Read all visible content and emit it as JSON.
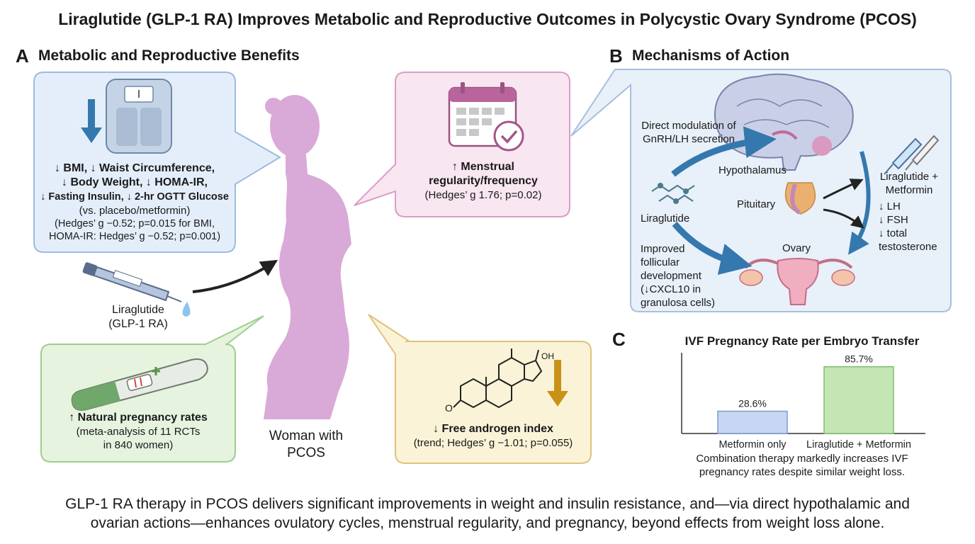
{
  "title": "Liraglutide (GLP-1 RA) Improves Metabolic and Reproductive Outcomes in Polycystic Ovary Syndrome (PCOS)",
  "panel_a": {
    "letter": "A",
    "heading": "Metabolic and Reproductive Benefits",
    "metabolic": {
      "line1": "↓ BMI, ↓ Waist Circumference,",
      "line2": "↓ Body Weight, ↓ HOMA-IR,",
      "line3": "↓ Fasting Insulin, ↓ 2-hr OGTT Glucose",
      "line4": "(vs. placebo/metformin)",
      "line5": "(Hedges’ g −0.52; p=0.015 for BMI,",
      "line6": "HOMA-IR: Hedges’ g −0.52; p=0.001)"
    },
    "menstrual": {
      "line1": "↑ Menstrual",
      "line2": "regularity/frequency",
      "line3": "(Hedges’ g 1.76; p=0.02)"
    },
    "drug": {
      "line1": "Liraglutide",
      "line2": "(GLP-1 RA)"
    },
    "woman": {
      "line1": "Woman with",
      "line2": "PCOS"
    },
    "pregnancy": {
      "line1": "↑ Natural pregnancy rates",
      "line2": "(meta-analysis of 11 RCTs",
      "line3": "in 840 women)"
    },
    "androgen": {
      "line1": "↓ Free androgen index",
      "line2": "(trend; Hedges’ g −1.01; p=0.055)",
      "oh_label": "OH",
      "o_label": "O"
    }
  },
  "panel_b": {
    "letter": "B",
    "heading": "Mechanisms of Action",
    "direct_mod1": "Direct modulation of",
    "direct_mod2": "GnRH/LH secretion",
    "hypothalamus": "Hypothalamus",
    "pituitary": "Pituitary",
    "liraglutide": "Liraglutide",
    "ovary": "Ovary",
    "combo1": "Liraglutide +",
    "combo2": "Metformin",
    "lh": "↓ LH",
    "fsh": "↓ FSH",
    "testo1": "↓ total",
    "testo2": "testosterone",
    "foll1": "Improved",
    "foll2": "follicular",
    "foll3": "development",
    "foll4": "(↓CXCL10 in",
    "foll5": "granulosa cells)"
  },
  "panel_c": {
    "letter": "C",
    "caption1": "Combination therapy markedly increases IVF",
    "caption2": "pregnancy rates despite similar weight loss."
  },
  "chart_data": {
    "type": "bar",
    "title": "IVF Pregnancy Rate per Embryo Transfer",
    "categories": [
      "Metformin only",
      "Liraglutide + Metformin"
    ],
    "values": [
      28.6,
      85.7
    ],
    "value_labels": [
      "28.6%",
      "85.7%"
    ],
    "colors": [
      "#c7d6f2",
      "#c4e6b4"
    ],
    "ylim": [
      0,
      100
    ],
    "xlabel": "",
    "ylabel": "",
    "grid": false
  },
  "summary": {
    "line1": "GLP-1 RA therapy in PCOS delivers significant improvements in weight and insulin resistance, and—via direct hypothalamic and",
    "line2": "ovarian actions—enhances ovulatory cycles, menstrual regularity, and pregnancy, beyond effects from weight loss alone."
  },
  "colors": {
    "metabolic_box": "#e4eefa",
    "menstrual_box": "#f8e6f1",
    "pregnancy_box": "#e6f3df",
    "androgen_box": "#fbf3d8",
    "mechanism_box": "#e8f0fa",
    "silhouette": "#d9a9d8",
    "arrow_blue": "#3478ad",
    "arrow_gold": "#c99217"
  }
}
